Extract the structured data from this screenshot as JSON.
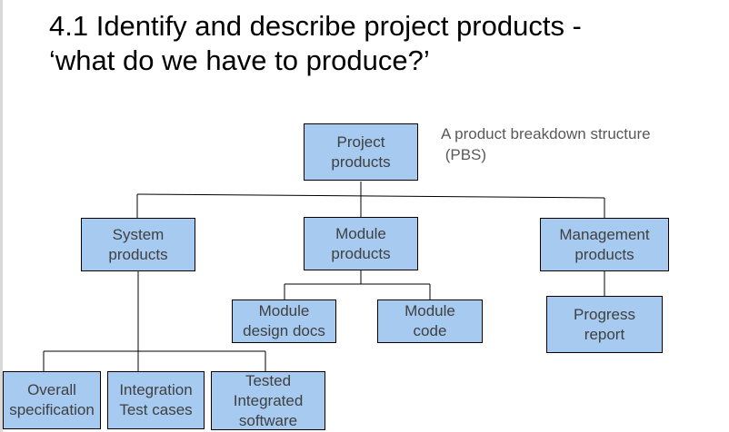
{
  "slide": {
    "title_line1": "4.1 Identify and describe project products -",
    "title_line2": "‘what do we have to produce?’",
    "caption_line1": "A product breakdown structure",
    "caption_line2": " (PBS)"
  },
  "nodes": {
    "project": {
      "line1": "Project",
      "line2": "products"
    },
    "system": {
      "line1": "System",
      "line2": "products"
    },
    "module": {
      "line1": "Module",
      "line2": "products"
    },
    "management": {
      "line1": "Management",
      "line2": "products"
    },
    "module_docs": {
      "line1": "Module",
      "line2": "design docs"
    },
    "module_code": {
      "line1": "Module",
      "line2": "code"
    },
    "progress": {
      "line1": "Progress",
      "line2": "report"
    },
    "overall": {
      "line1": "Overall",
      "line2": "specification"
    },
    "integration": {
      "line1": "Integration",
      "line2": "Test cases"
    },
    "tested": {
      "line1": "Tested",
      "line2": "Integrated",
      "line3": "software"
    }
  },
  "colors": {
    "box_fill": "#a6caf0",
    "box_text": "#404040",
    "connector": "#000000"
  }
}
